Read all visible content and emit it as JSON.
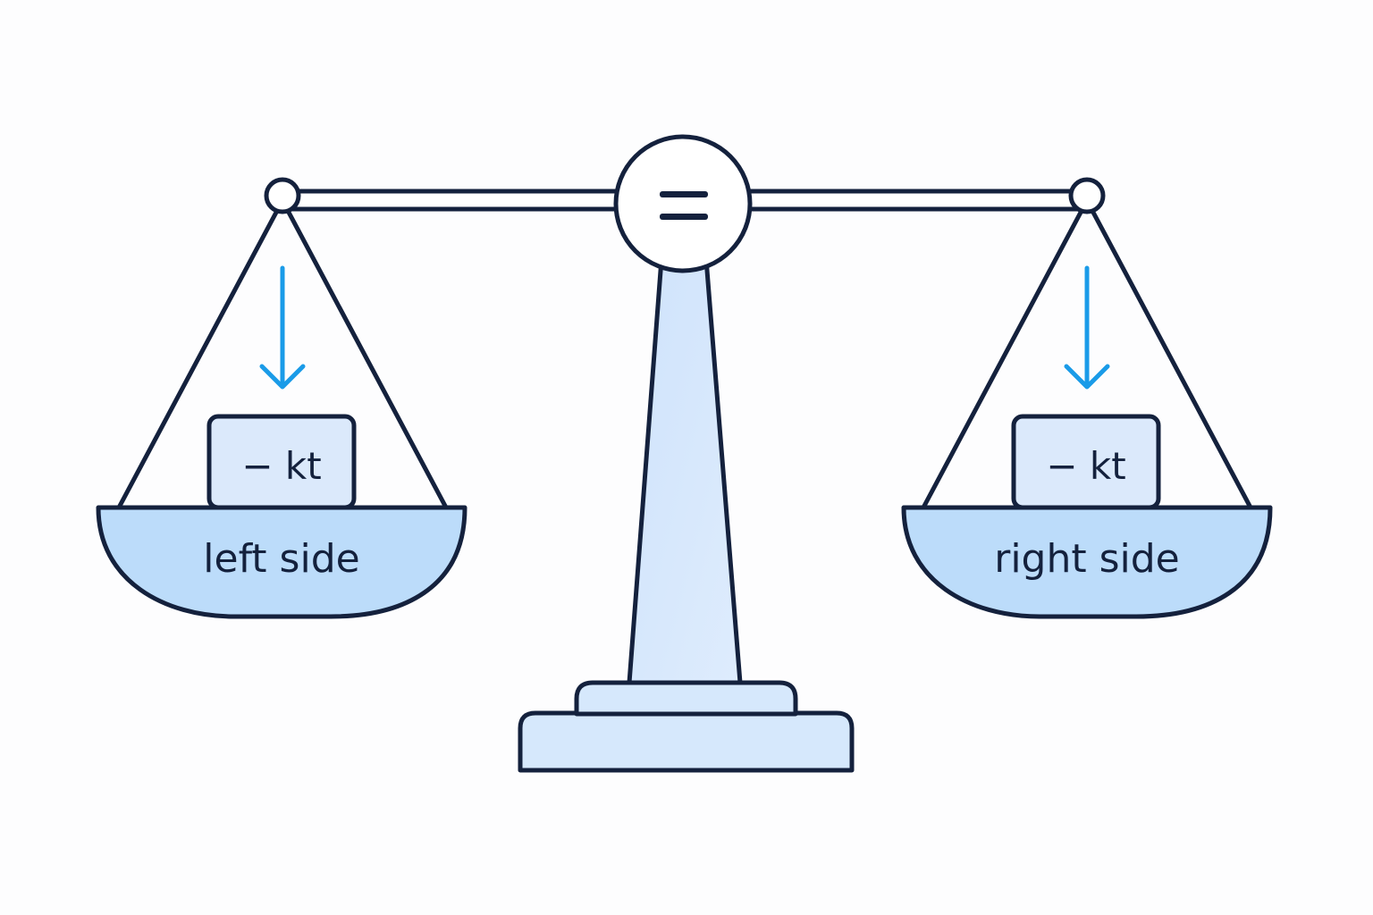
{
  "diagram": {
    "center_symbol": "=",
    "left": {
      "pan_label": "left side",
      "weight_label": "− kt"
    },
    "right": {
      "pan_label": "right side",
      "weight_label": "− kt"
    }
  },
  "colors": {
    "outline": "#14213d",
    "pan_fill": "#bcdcfa",
    "stand_fill": "#d6e8fc",
    "weight_fill": "#dbe9fb",
    "arrow": "#1a9be8",
    "background": "#fdfdfe"
  }
}
